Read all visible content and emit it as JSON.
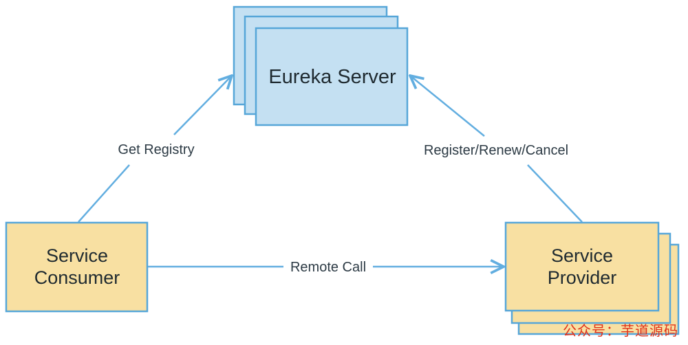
{
  "diagram": {
    "nodes": {
      "eureka_server": {
        "label": "Eureka Server"
      },
      "service_consumer": {
        "line1": "Service",
        "line2": "Consumer"
      },
      "service_provider": {
        "line1": "Service",
        "line2": "Provider"
      }
    },
    "edges": {
      "get_registry": {
        "label": "Get Registry"
      },
      "register_renew_cancel": {
        "label": "Register/Renew/Cancel"
      },
      "remote_call": {
        "label": "Remote Call"
      }
    },
    "colors": {
      "server_fill": "#c4e0f2",
      "server_stroke": "#56a6d8",
      "service_fill": "#f8e0a2",
      "service_stroke": "#56a6d8",
      "arrow": "#62aee0"
    }
  },
  "watermark": {
    "text": "公众号：芋道源码"
  }
}
